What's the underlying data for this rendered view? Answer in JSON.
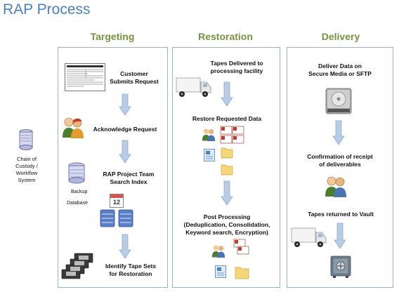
{
  "title": "RAP Process",
  "columns": {
    "targeting": "Targeting",
    "restoration": "Restoration",
    "delivery": "Delivery"
  },
  "side": {
    "label_lines": [
      "Chain of",
      "Custody /",
      "Workflow",
      "System"
    ]
  },
  "targeting": {
    "step1": [
      "Customer",
      "Submits Request"
    ],
    "step2": "Acknowledge Request",
    "step3": [
      "RAP Project Team",
      "Search Index"
    ],
    "backup": "Backup",
    "database": "Database",
    "step4": [
      "Identify Tape Sets",
      "for Restoration"
    ],
    "calendar_day": "12"
  },
  "restoration": {
    "step1": [
      "Tapes Delivered to",
      "processing facility"
    ],
    "step2": "Restore Requested Data",
    "step3": [
      "Post Processing",
      "(Deduplication, Consolidation,",
      "Keyword search, Encryption)"
    ]
  },
  "delivery": {
    "step1": [
      "Deliver Data on",
      "Secure Media or SFTP"
    ],
    "step2": [
      "Confirmation of receipt",
      "of deliverables"
    ],
    "step3": "Tapes returned to Vault"
  },
  "colors": {
    "title": "#4f81bd",
    "heading": "#77933c",
    "panel_border": "#95b3d7",
    "arrow": "#b8cce4"
  },
  "icons": [
    "scroll-database-icon",
    "form-document-icon",
    "people-icon",
    "database-icon",
    "calendar-icon",
    "server-icon",
    "tape-icon",
    "truck-icon",
    "envelope-icon",
    "folder-icon",
    "hard-drive-icon",
    "vault-icon"
  ]
}
